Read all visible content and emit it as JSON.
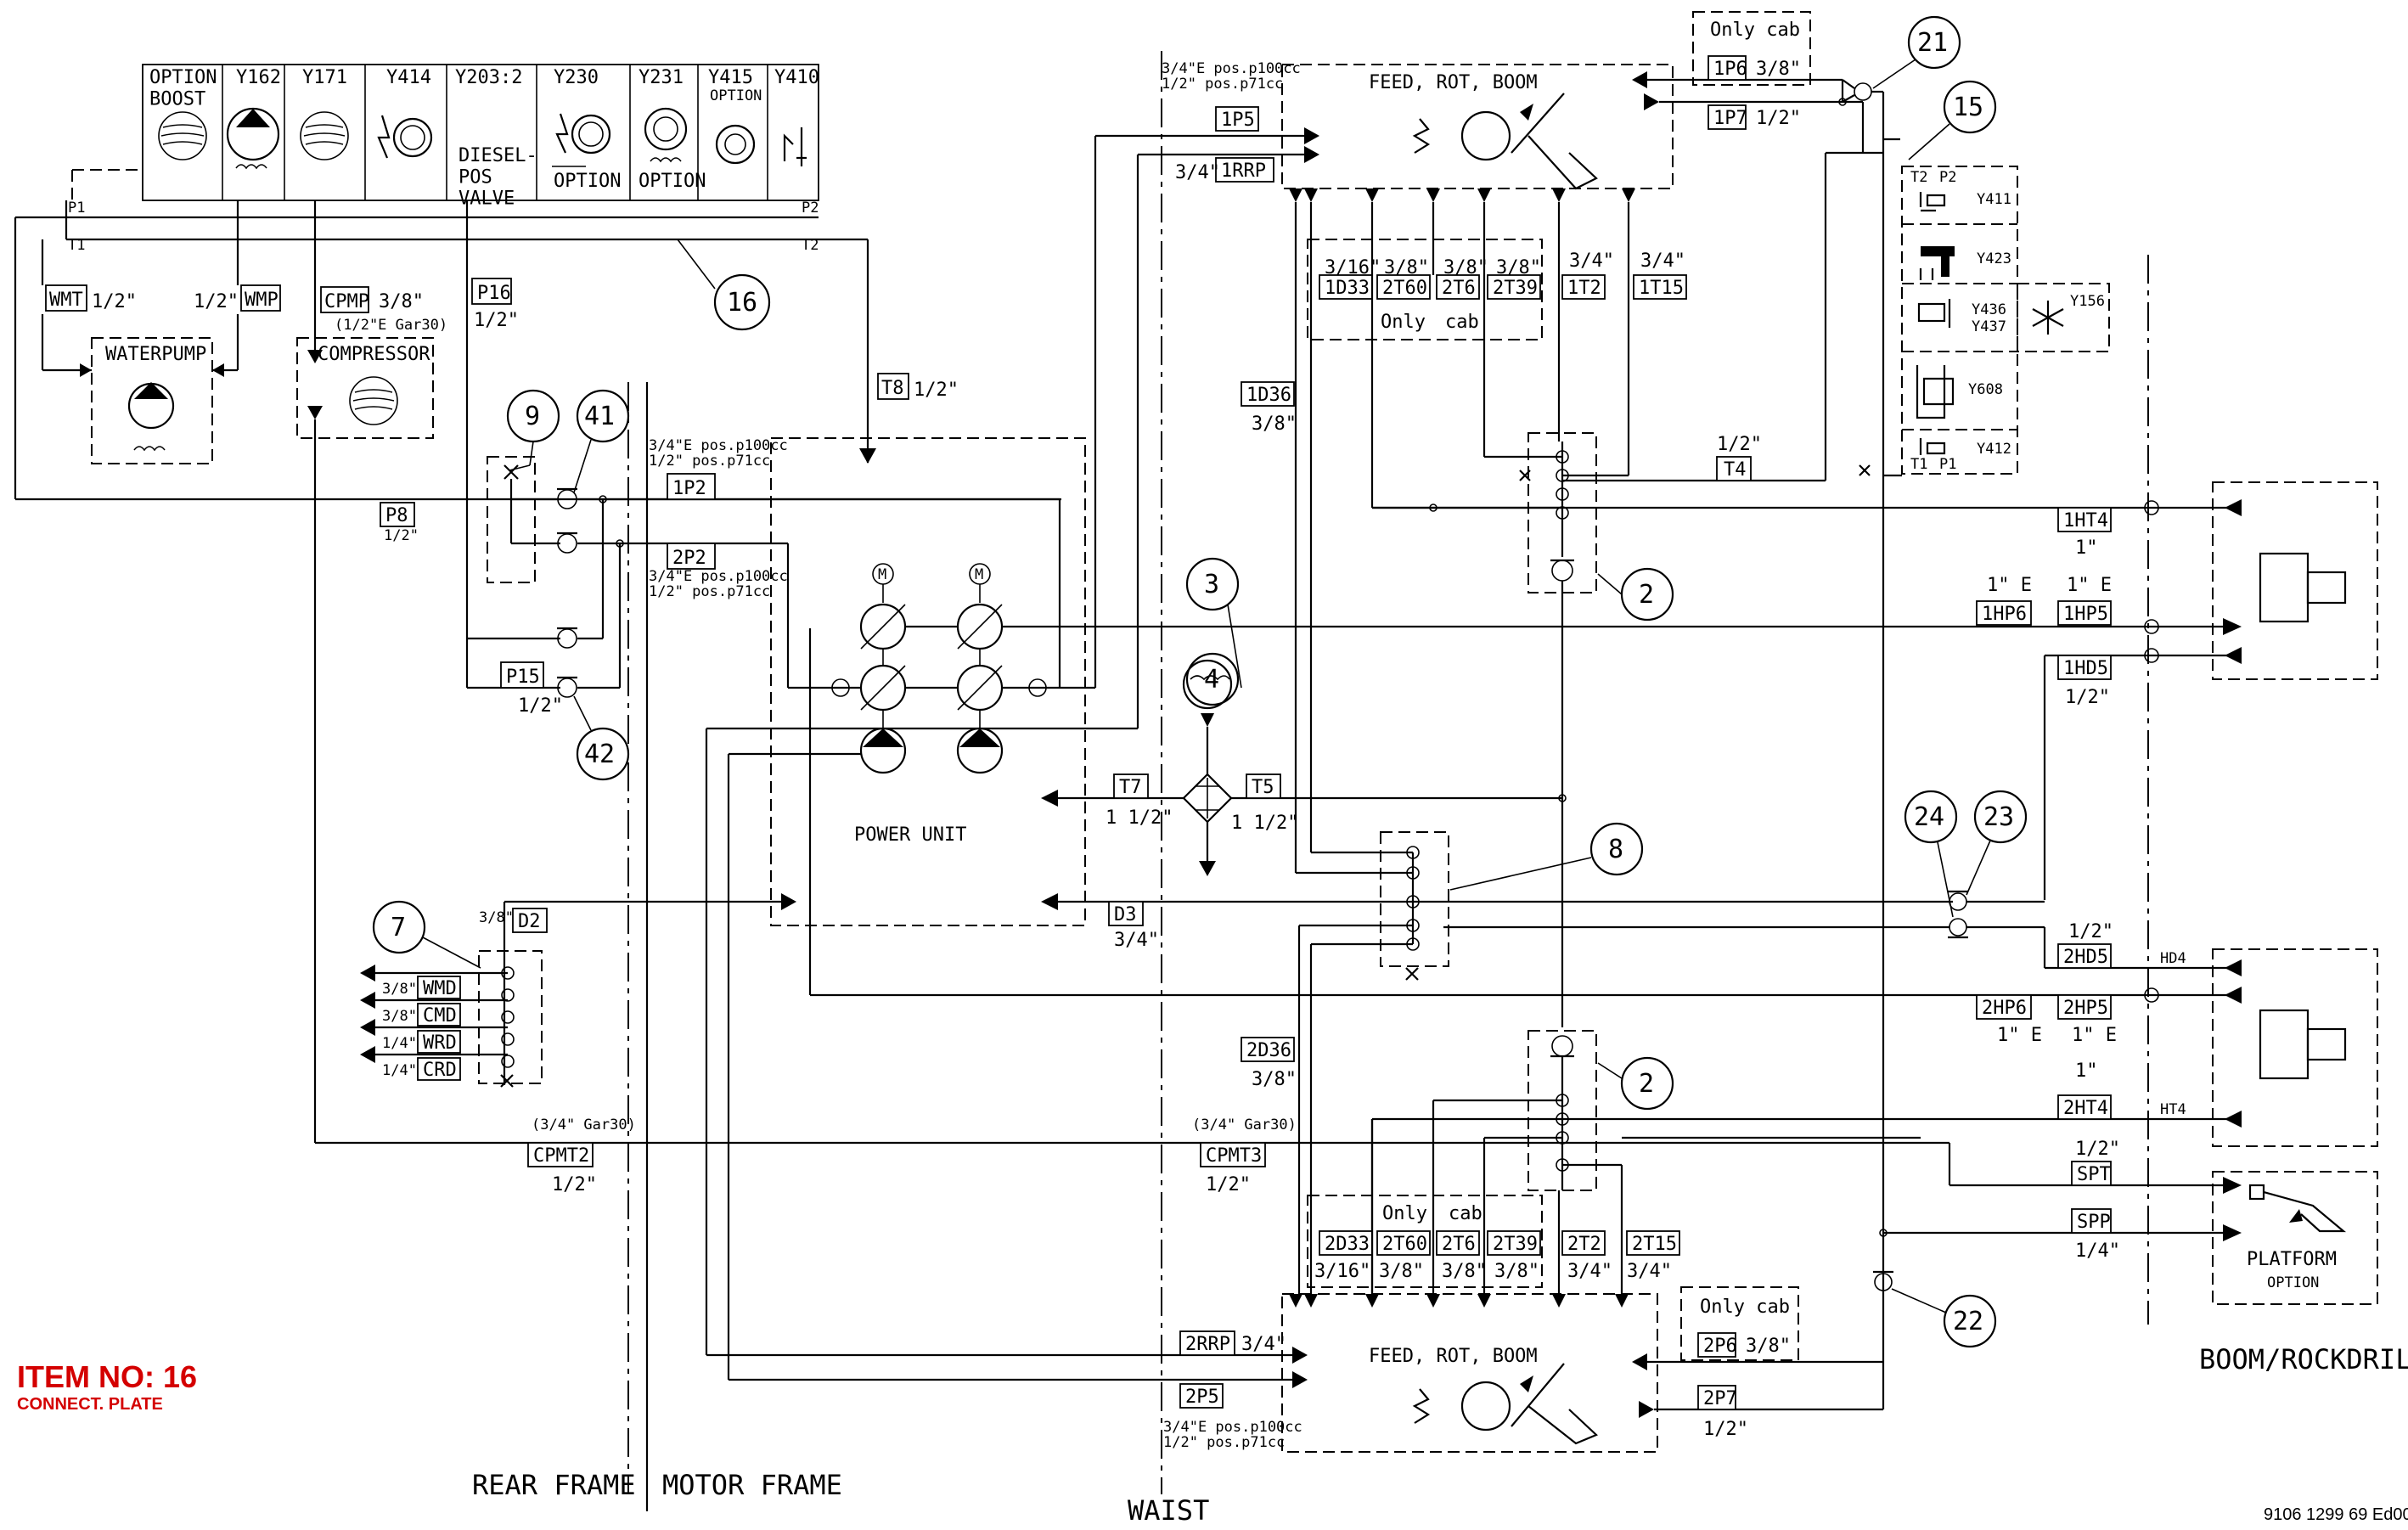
{
  "item": {
    "number": "ITEM NO: 16",
    "subtitle": "CONNECT. PLATE",
    "color": "#d40000"
  },
  "doc_number": "9106 1299 69 Ed00",
  "sections": {
    "rear_frame": "REAR FRAME",
    "motor_frame": "MOTOR FRAME",
    "waist": "WAIST",
    "boom": "BOOM/ROCKDRILL"
  },
  "valve_bank": [
    {
      "id": "option-boost",
      "label": "OPTION\nBOOST",
      "sub": ""
    },
    {
      "id": "y162",
      "label": "Y162",
      "sub": ""
    },
    {
      "id": "y171",
      "label": "Y171",
      "sub": ""
    },
    {
      "id": "y414",
      "label": "Y414",
      "sub": ""
    },
    {
      "id": "y203",
      "label": "Y203:2",
      "sub": "DIESEL-\nPOS\nVALVE"
    },
    {
      "id": "y230",
      "label": "Y230",
      "sub": "OPTION"
    },
    {
      "id": "y231",
      "label": "Y231",
      "sub": "OPTION"
    },
    {
      "id": "y415",
      "label": "Y415",
      "sub": "OPTION"
    },
    {
      "id": "y410",
      "label": "Y410",
      "sub": ""
    }
  ],
  "components": {
    "waterpump": "WATERPUMP",
    "compressor": "COMPRESSOR",
    "power_unit": "POWER UNIT",
    "feed_top": "FEED, ROT, BOOM",
    "feed_bottom": "FEED, ROT, BOOM",
    "platform": "PLATFORM",
    "platform_option": "OPTION",
    "only_cab": "Only cab",
    "only": "Only",
    "cab": "cab",
    "y_right": [
      "Y411",
      "Y423",
      "Y436",
      "Y437",
      "Y156",
      "Y608",
      "Y412"
    ]
  },
  "ports": [
    "P1",
    "P2",
    "T1",
    "T2",
    "HD4",
    "HT4"
  ],
  "hoses": {
    "wmt": {
      "label": "WMT",
      "size": "1/2\""
    },
    "wmp": {
      "label": "WMP",
      "size": "1/2\""
    },
    "cpmp": {
      "label": "CPMP",
      "size": "3/8\"",
      "note": "(1/2\"E Gar30)"
    },
    "p16": {
      "label": "P16",
      "size": "1/2\""
    },
    "p8": {
      "label": "P8",
      "size": "1/2\""
    },
    "t8": {
      "label": "T8",
      "size": "1/2\""
    },
    "p15": {
      "label": "P15",
      "size": "1/2\""
    },
    "1p2": {
      "label": "1P2",
      "note1": "3/4\"E pos.p100cc",
      "note2": "1/2\"  pos.p71cc"
    },
    "2p2": {
      "label": "2P2",
      "note1": "3/4\"E pos.p100cc",
      "note2": "1/2\"  pos.p71cc"
    },
    "1p5": {
      "label": "1P5",
      "note1": "3/4\"E pos.p100cc",
      "note2": "1/2\"  pos.p71cc"
    },
    "1rrp": {
      "label": "1RRP",
      "size": "3/4\""
    },
    "1p6": {
      "label": "1P6",
      "size": "3/8\""
    },
    "1p7": {
      "label": "1P7",
      "size": "1/2\""
    },
    "top_returns": [
      {
        "label": "1D33",
        "size": "3/16\""
      },
      {
        "label": "2T60",
        "size": "3/8\""
      },
      {
        "label": "2T6",
        "size": "3/8\""
      },
      {
        "label": "2T39",
        "size": "3/8\""
      },
      {
        "label": "1T2",
        "size": "3/4\""
      },
      {
        "label": "1T15",
        "size": "3/4\""
      }
    ],
    "1d36": {
      "label": "1D36",
      "size": "3/8\""
    },
    "t4": {
      "label": "T4",
      "size": "1/2\""
    },
    "1ht4": {
      "label": "1HT4",
      "size": "1\""
    },
    "1hp6": {
      "label": "1HP6",
      "size": "1\" E"
    },
    "1hp5": {
      "label": "1HP5",
      "size": "1\" E"
    },
    "1hd5": {
      "label": "1HD5",
      "size": "1/2\""
    },
    "t7": {
      "label": "T7",
      "size": "1 1/2\""
    },
    "t5": {
      "label": "T5",
      "size": "1 1/2\""
    },
    "d3": {
      "label": "D3",
      "size": "3/4\""
    },
    "d2": {
      "label": "D2",
      "size": "3/8\""
    },
    "wmd": {
      "label": "WMD",
      "size": "3/8\""
    },
    "cmd": {
      "label": "CMD",
      "size": "3/8\""
    },
    "wrd": {
      "label": "WRD",
      "size": "1/4\""
    },
    "crd": {
      "label": "CRD",
      "size": "1/4\""
    },
    "2hd5": {
      "label": "2HD5",
      "size": "1/2\""
    },
    "2hp6": {
      "label": "2HP6",
      "size": "1\" E"
    },
    "2hp5": {
      "label": "2HP5",
      "size": "1\" E"
    },
    "2ht4": {
      "label": "2HT4",
      "size": "1\""
    },
    "2d36": {
      "label": "2D36",
      "size": "3/8\""
    },
    "cpmt2": {
      "label": "CPMT2",
      "size": "1/2\"",
      "note": "(3/4\" Gar30)"
    },
    "cpmt3": {
      "label": "CPMT3",
      "size": "1/2\"",
      "note": "(3/4\" Gar30)"
    },
    "spt": {
      "label": "SPT",
      "size": "1/2\""
    },
    "spp": {
      "label": "SPP",
      "size": "1/4\""
    },
    "bottom_returns": [
      {
        "label": "2D33",
        "size": "3/16\""
      },
      {
        "label": "2T60",
        "size": "3/8\""
      },
      {
        "label": "2T6",
        "size": "3/8\""
      },
      {
        "label": "2T39",
        "size": "3/8\""
      },
      {
        "label": "2T2",
        "size": "3/4\""
      },
      {
        "label": "2T15",
        "size": "3/4\""
      }
    ],
    "2rrp": {
      "label": "2RRP",
      "size": "3/4\""
    },
    "2p5": {
      "label": "2P5",
      "note1": "3/4\"E pos.p100cc",
      "note2": "1/2\"  pos.p71cc"
    },
    "2p6": {
      "label": "2P6",
      "size": "3/8\""
    },
    "2p7": {
      "label": "2P7",
      "size": "1/2\""
    }
  },
  "callouts": [
    "9",
    "41",
    "42",
    "16",
    "21",
    "15",
    "4",
    "3",
    "8",
    "2",
    "7",
    "24",
    "23",
    "2",
    "22"
  ]
}
